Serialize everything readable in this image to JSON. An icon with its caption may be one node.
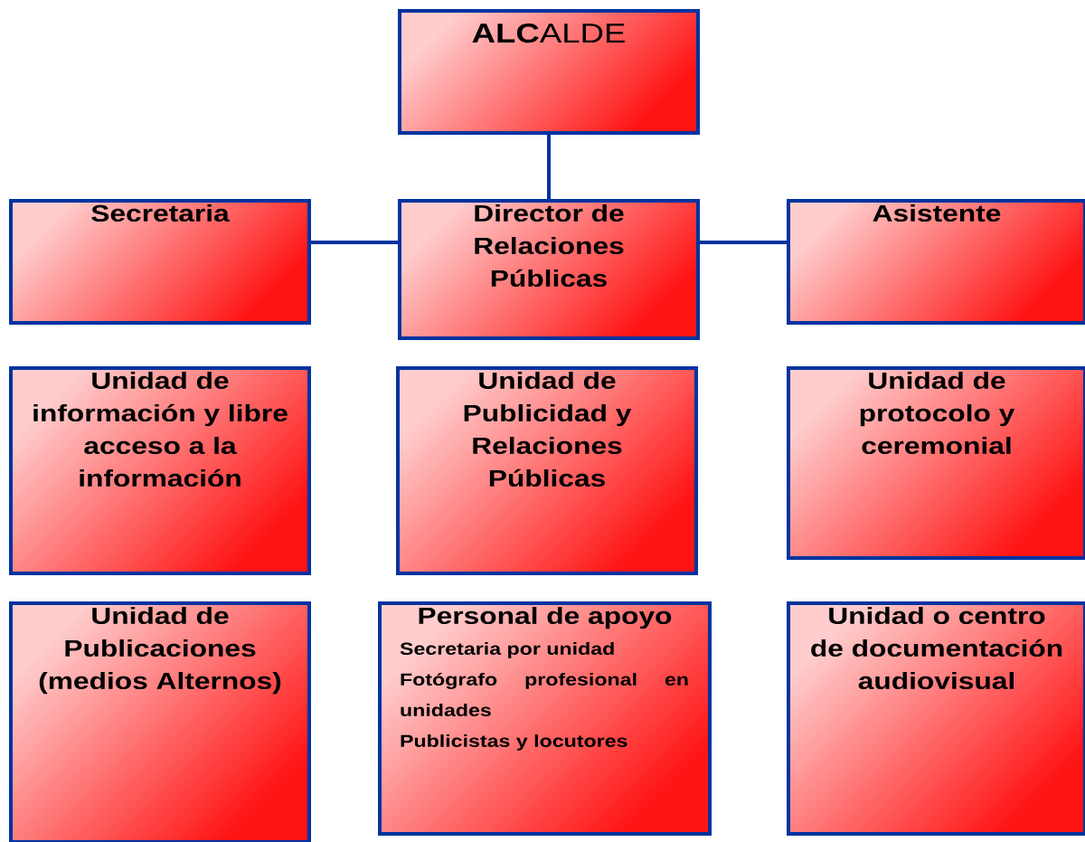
{
  "diagram": {
    "nodes": [
      {
        "text": [
          "**ALC**ALDE"
        ]
      },
      {
        "text": [
          "Secretaria"
        ]
      },
      {
        "text": [
          "Director de Relaciones Públicas"
        ]
      },
      {
        "text": [
          "Asistente"
        ]
      },
      {
        "text": [
          "Unidad de información y libre acceso a la información"
        ]
      },
      {
        "text": [
          "Unidad de Publicidad y Relaciones Públicas"
        ]
      },
      {
        "text": [
          "Unidad de protocolo y ceremonial"
        ]
      },
      {
        "text": [
          "Unidad de Publicaciones (medios Alternos)"
        ]
      },
      {
        "text": [
          "Personal de apoyo",
          "Secretaria por unidad",
          "Fotógrafo profesional en unidades",
          "Publicistas y locutores"
        ]
      },
      {
        "text": [
          "Unidad o centro de documentación audiovisual"
        ]
      }
    ],
    "edges": [
      {
        "from": 0,
        "to": 2,
        "arrow": "none"
      },
      {
        "from": 1,
        "to": 2,
        "arrow": "none"
      },
      {
        "from": 2,
        "to": 3,
        "arrow": "none"
      }
    ]
  }
}
